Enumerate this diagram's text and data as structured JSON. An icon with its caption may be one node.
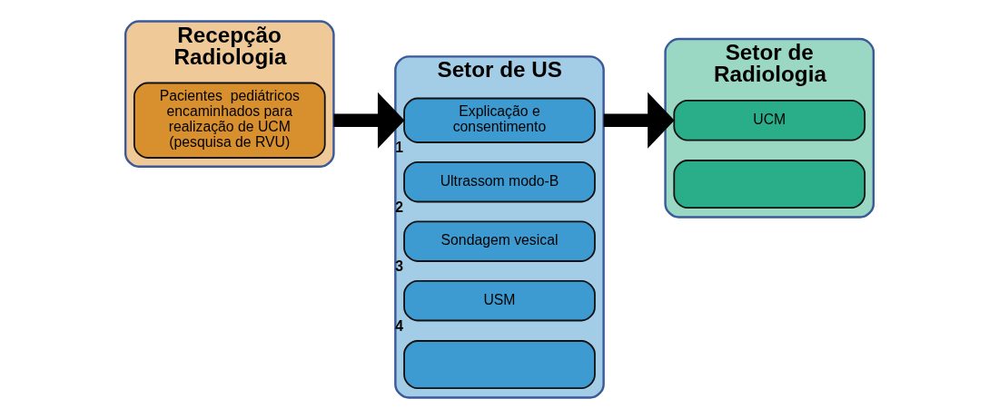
{
  "diagram": {
    "nodes": [
      {
        "text": [
          "Recepção Radiologia"
        ]
      },
      {
        "text": [
          "Pacientes  pediátricos encaminhados para realização de UCM (pesquisa de RVU)"
        ],
        "in": 0
      },
      {
        "text": [
          "Setor de US"
        ]
      },
      {
        "text": [
          "Explicação e consentimento"
        ],
        "in": 2,
        "beside": [
          "1"
        ]
      },
      {
        "text": [
          "Ultrassom modo-B"
        ],
        "in": 2,
        "beside": [
          "2"
        ]
      },
      {
        "text": [
          "Sondagem vesical"
        ],
        "in": 2,
        "beside": [
          "3"
        ]
      },
      {
        "text": [
          "USM"
        ],
        "in": 2,
        "beside": [
          "4"
        ]
      },
      {
        "text": [],
        "shape": "box",
        "in": 2
      },
      {
        "text": [
          "Setor de Radiologia"
        ]
      },
      {
        "text": [
          "UCM"
        ],
        "in": 8
      },
      {
        "text": [],
        "shape": "box",
        "in": 8
      }
    ],
    "edges": [
      {
        "from": 0,
        "to": 2,
        "arrow": "to"
      },
      {
        "from": 2,
        "to": 8,
        "arrow": "to"
      }
    ]
  }
}
